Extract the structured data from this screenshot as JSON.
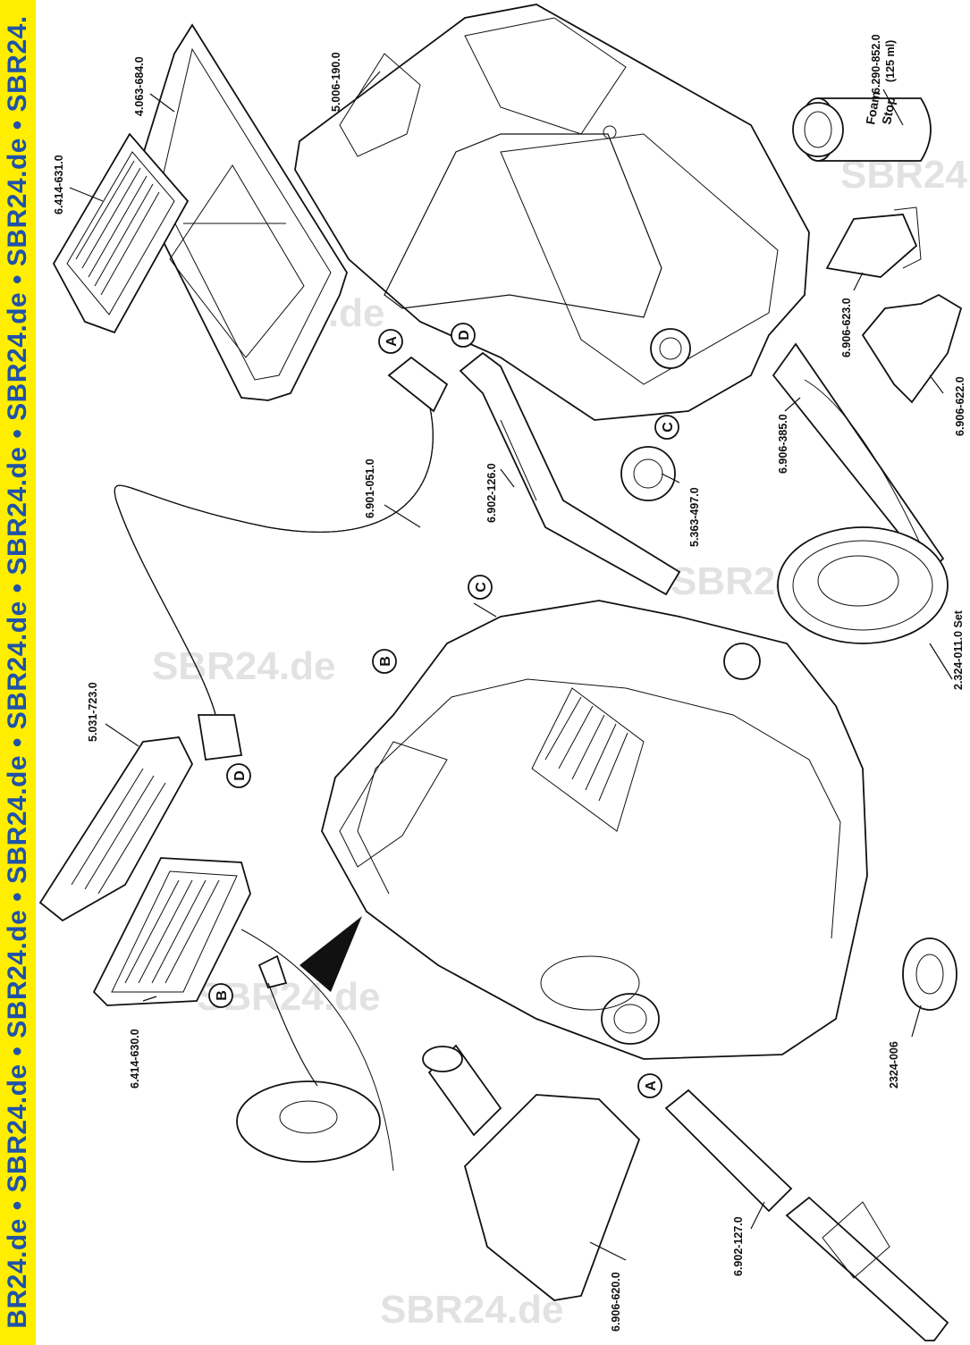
{
  "banner": {
    "text": "BR24.de • SBR24.de • SBR24.de • SBR24.de • SBR24.de • SBR24.de • SBR24.de • SBR24.de • SBR24."
  },
  "watermarks": [
    "SBR24",
    "SBR24.de",
    "SBR24.de",
    "SBR24.de",
    "SBR24.de",
    "SBR24.de"
  ],
  "bottle_text": [
    "Foam",
    "Stop"
  ],
  "markers": [
    "A",
    "D",
    "C",
    "C",
    "B",
    "D",
    "B",
    "A"
  ],
  "parts": [
    "4.063-684.0",
    "5.006-190.0",
    "6.290-852.0",
    "(125 ml)",
    "6.414-631.0",
    "6.901-051.0",
    "6.902-126.0",
    "6.906-623.0",
    "6.906-385.0",
    "6.906-622.0",
    "5.363-497.0",
    "5.031-723.0",
    "2.324-011.0 Set",
    "6.414-630.0",
    "2324-006",
    "6.902-127.0",
    "6.906-620.0"
  ]
}
